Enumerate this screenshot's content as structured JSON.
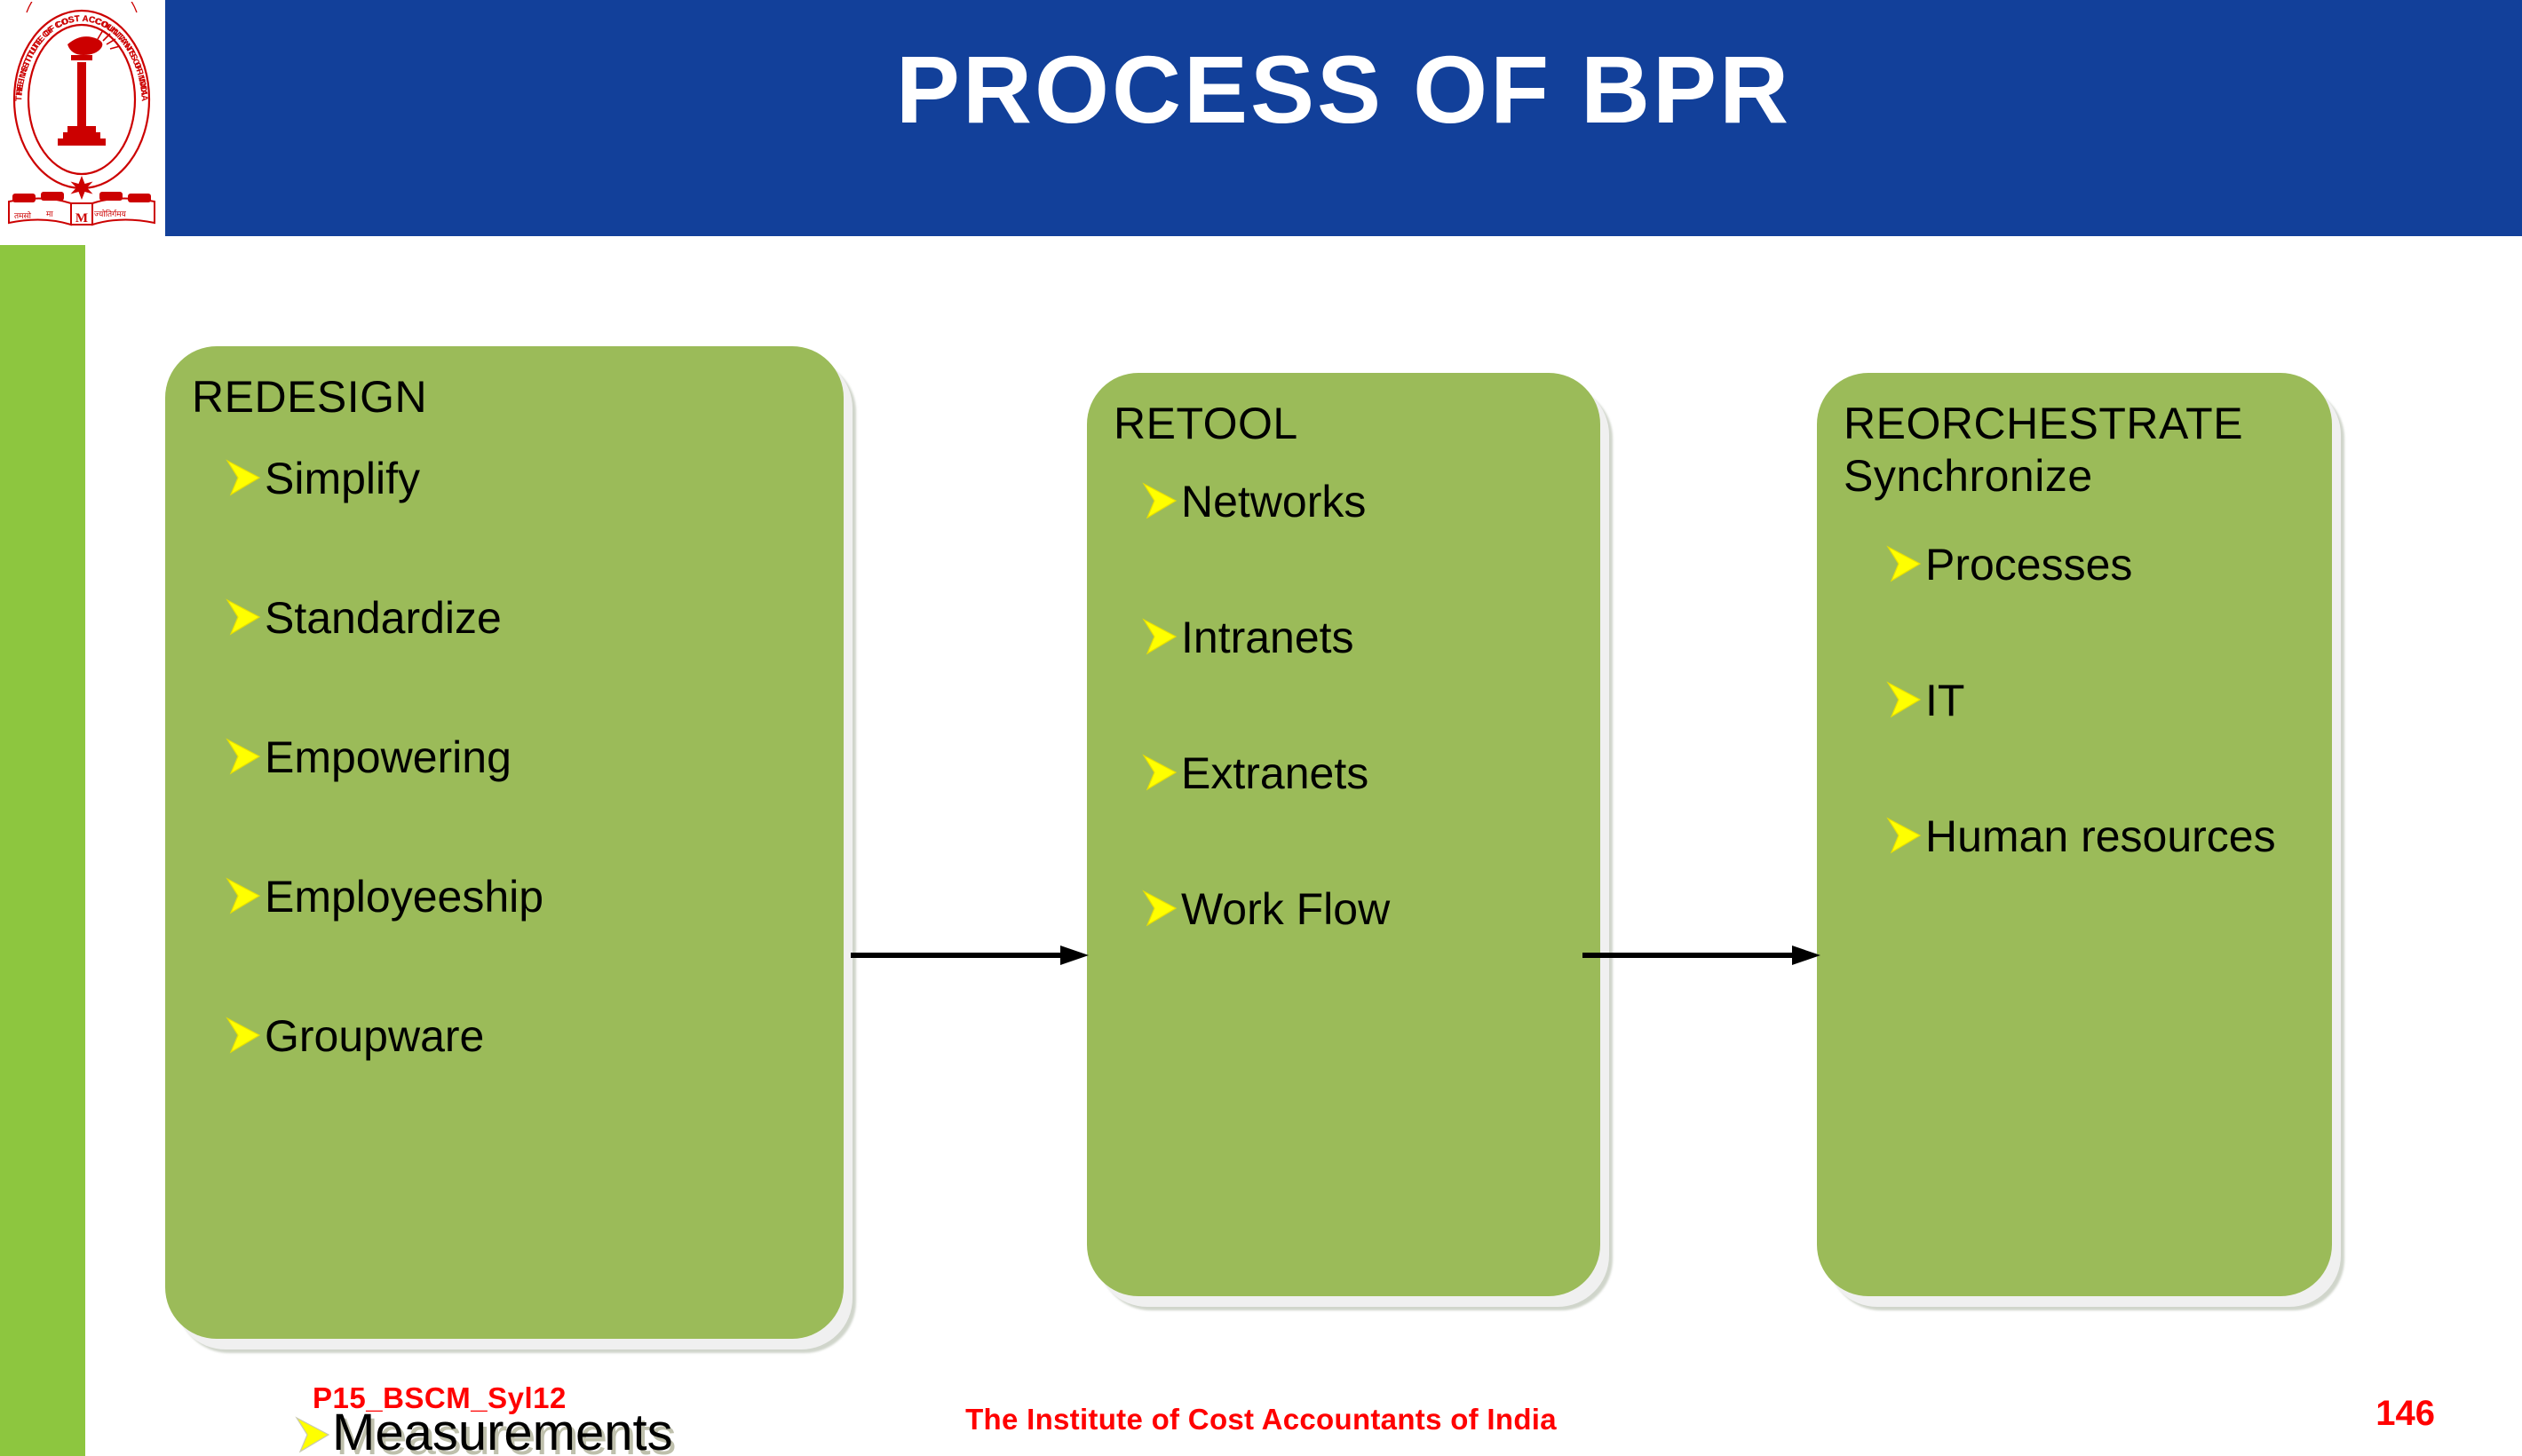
{
  "slide": {
    "title": "PROCESS OF BPR",
    "title_bar_color": "#12409A",
    "accent_strip_color": "#8DC63F",
    "box_color": "#9BBB59",
    "bullet_color": "#FFFF00",
    "footer_color": "#FF0000"
  },
  "logo": {
    "name": "institute-of-cost-accountants-of-india-emblem",
    "ring_text_top": "THE INSTITUTE OF COST ACCOUNTANTS",
    "ring_text_bottom": "OF INDIA",
    "motto": "तमसो मा ज्योतिर्गमय",
    "monogram": "M",
    "color": "#CC0000"
  },
  "boxes": [
    {
      "title": "REDESIGN",
      "items": [
        "Simplify",
        "Standardize",
        "Empowering",
        "Employeeship",
        "Groupware"
      ]
    },
    {
      "title": "RETOOL",
      "items": [
        "Networks",
        "Intranets",
        "Extranets",
        "Work Flow"
      ]
    },
    {
      "title": "REORCHESTRATE\nSynchronize",
      "items": [
        "Processes",
        "IT",
        "Human resources"
      ]
    }
  ],
  "overflow_item": "Measurements",
  "connectors": [
    {
      "from": "REDESIGN",
      "to": "RETOOL"
    },
    {
      "from": "RETOOL",
      "to": "REORCHESTRATE"
    }
  ],
  "footer": {
    "paper_code": "P15_BSCM_Syl12",
    "organization": "The Institute of Cost Accountants of India",
    "page_number": "146"
  }
}
